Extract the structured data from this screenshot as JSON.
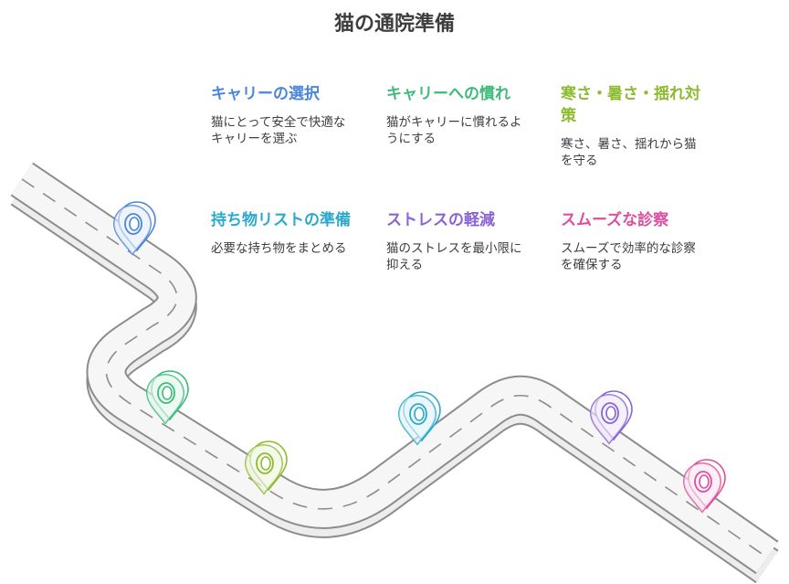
{
  "title": "猫の通院準備",
  "steps": [
    {
      "title": "キャリーの選択",
      "desc": "猫にとって安全で快適なキャリーを選ぶ",
      "color": "#4a86d8"
    },
    {
      "title": "キャリーへの慣れ",
      "desc": "猫がキャリーに慣れるようにする",
      "color": "#3dbb78"
    },
    {
      "title": "寒さ・暑さ・揺れ対策",
      "desc": "寒さ、暑さ、揺れから猫を守る",
      "color": "#8dbb2f"
    },
    {
      "title": "持ち物リストの準備",
      "desc": "必要な持ち物をまとめる",
      "color": "#2aa9cc"
    },
    {
      "title": "ストレスの軽減",
      "desc": "猫のストレスを最小限に抑える",
      "color": "#8a64d6"
    },
    {
      "title": "スムーズな診察",
      "desc": "スムーズで効率的な診察を確保する",
      "color": "#de4e9e"
    }
  ],
  "marker_order": [
    "step-1",
    "step-2",
    "step-3",
    "step-4",
    "step-5",
    "step-6"
  ]
}
